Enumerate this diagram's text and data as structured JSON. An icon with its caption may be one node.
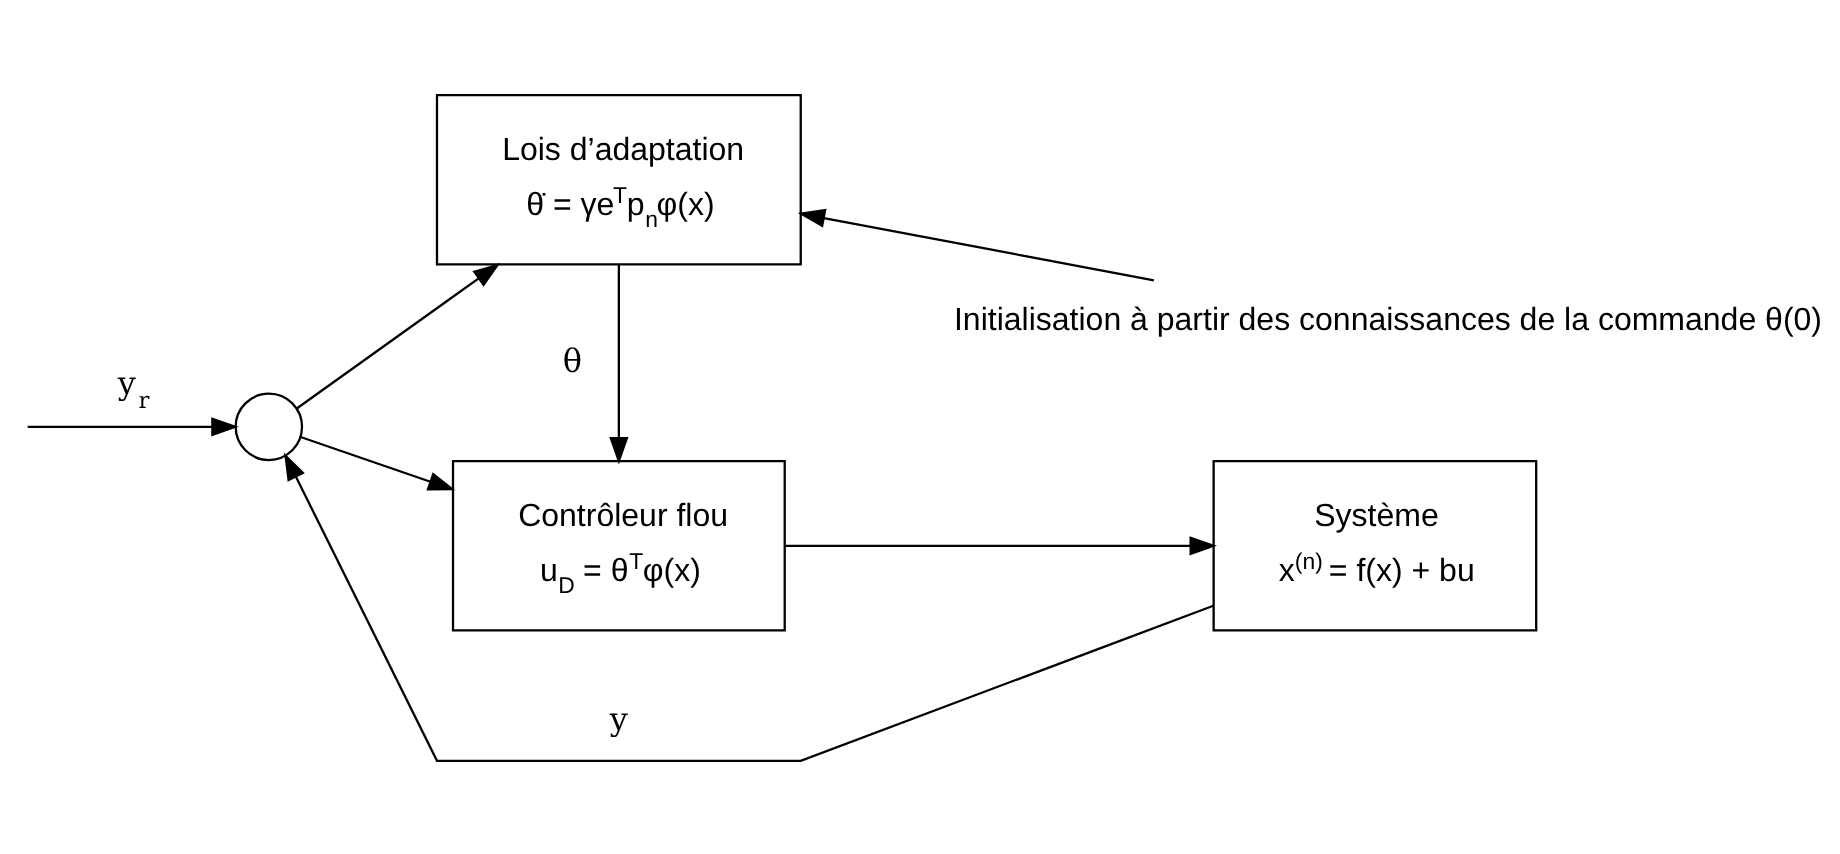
{
  "diagram": {
    "nodes": [
      {
        "text": [],
        "shape": "circle"
      },
      {
        "text": [
          "Lois d’adaptation",
          "θ̇ = γe$^{T}$p$_{n}$φ(x)"
        ]
      },
      {
        "text": [
          "Contrôleur flou",
          "u$_{D}$ = θ$^{T}$φ(x)"
        ]
      },
      {
        "text": [
          "Système",
          "x$^{(n)}$ = f(x) + bu"
        ]
      },
      {
        "text": [
          "Initialisation à partir des connaissances de la commande θ(0)"
        ]
      }
    ],
    "edges": [
      {
        "from": null,
        "to": 0,
        "arrow": "to",
        "label": "y$_{r}$"
      },
      {
        "from": 0,
        "to": 2,
        "arrow": "to"
      },
      {
        "from": 0,
        "to": 1,
        "arrow": "to"
      },
      {
        "from": 1,
        "to": 2,
        "arrow": "to",
        "label": "θ"
      },
      {
        "from": 2,
        "to": 3,
        "arrow": "to"
      },
      {
        "from": 3,
        "to": 0,
        "arrow": "to",
        "label": "y"
      },
      {
        "from": 4,
        "to": 1,
        "arrow": "to"
      }
    ]
  }
}
